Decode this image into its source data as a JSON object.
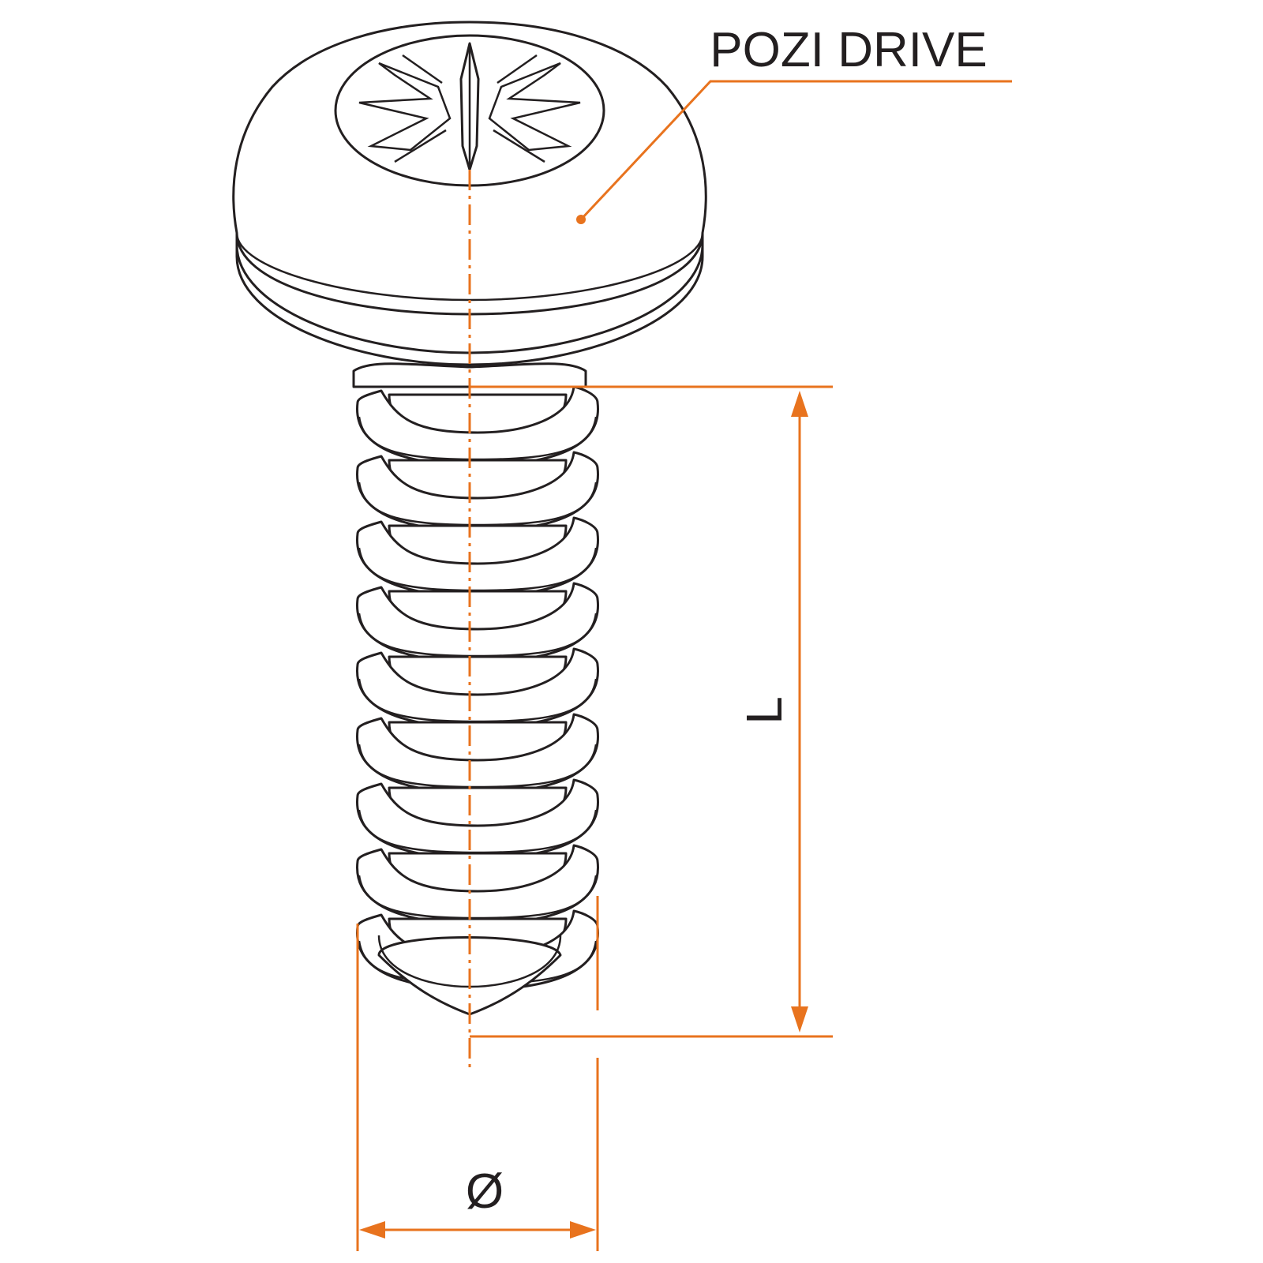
{
  "labels": {
    "drive_type": "POZI DRIVE",
    "length_symbol": "L",
    "diameter_symbol": "Ø"
  },
  "colors": {
    "line": "#231f20",
    "dimension": "#e8731e",
    "background": "#ffffff"
  },
  "thread_turns": 9
}
